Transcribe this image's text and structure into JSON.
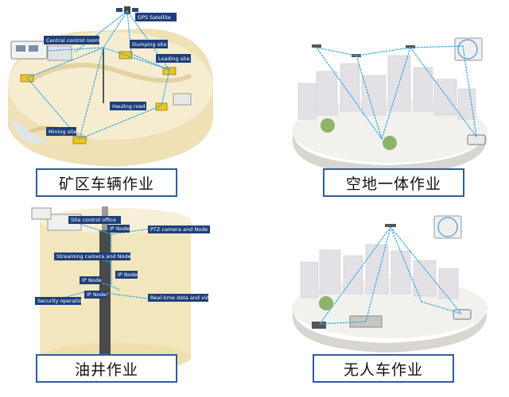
{
  "colors": {
    "link_dots": "#39a8e6",
    "label_bg": "#1d3f7a",
    "caption_border": "#2e5d9e",
    "terrain": "#f3e9c9",
    "city": "#e6e4e4"
  },
  "panels": {
    "mining": {
      "caption": "矿区车辆作业",
      "labels": {
        "gps": "GPS Satellite",
        "control": "Central control room",
        "dumping": "Dumping site",
        "loading": "Loading site",
        "hauling": "Hauling road",
        "mining_site": "Mining site"
      }
    },
    "air_ground": {
      "caption": "空地一体作业"
    },
    "oil_well": {
      "caption": "油井作业",
      "labels": {
        "site_office": "Site control office",
        "ip_node_1": "IP Node",
        "ptz": "PTZ camera and Node",
        "streaming": "Streaming camera and Node",
        "ip_node_2": "IP Node",
        "ip_node_3": "IP Node",
        "ip_node_4": "IP Node",
        "security": "Security operation",
        "realtime": "Real-time data and video"
      }
    },
    "unmanned": {
      "caption": "无人车作业"
    }
  }
}
